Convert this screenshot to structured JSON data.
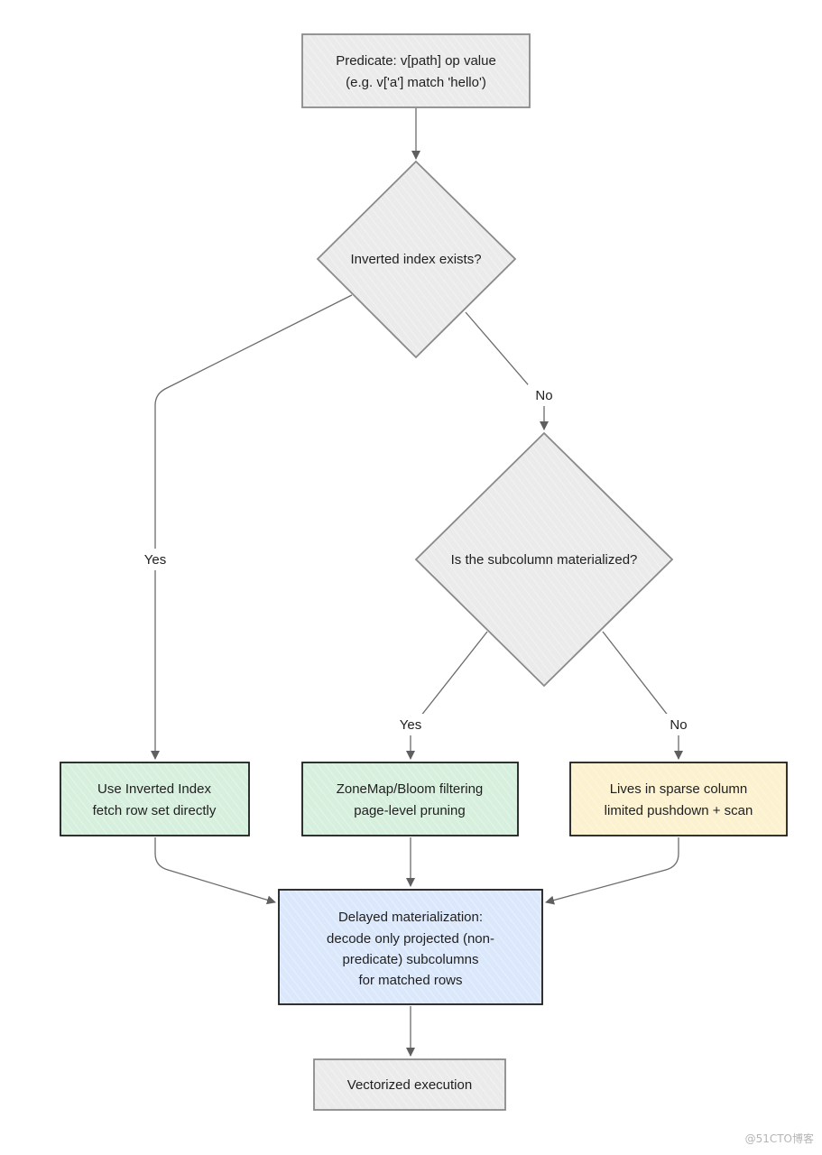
{
  "nodes": {
    "predicate": {
      "lines": [
        "Predicate: v[path] op value",
        "(e.g. v['a'] match 'hello')"
      ]
    },
    "inverted_index_check": {
      "lines": [
        "Inverted index exists?"
      ]
    },
    "subcolumn_check": {
      "lines": [
        "Is the subcolumn materialized?"
      ]
    },
    "use_inverted_index": {
      "lines": [
        "Use Inverted Index",
        "fetch row set directly"
      ]
    },
    "zonemap_bloom": {
      "lines": [
        "ZoneMap/Bloom filtering",
        "page-level pruning"
      ]
    },
    "sparse_column": {
      "lines": [
        "Lives in sparse column",
        "limited pushdown + scan"
      ]
    },
    "delayed_materialization": {
      "lines": [
        "Delayed materialization:",
        "decode only projected (non-",
        "predicate) subcolumns",
        "for matched rows"
      ]
    },
    "vectorized_execution": {
      "lines": [
        "Vectorized execution"
      ]
    }
  },
  "edge_labels": {
    "index_yes": "Yes",
    "index_no": "No",
    "subcolumn_yes": "Yes",
    "subcolumn_no": "No"
  },
  "colors": {
    "gray_fill": "#ebebeb",
    "gray_stroke": "#8a8a8a",
    "green_fill": "#d7efdd",
    "blue_fill": "#dbe8fb",
    "yellow_fill": "#fcf2cf",
    "dark_stroke": "#1c1c1c",
    "edge": "#6b6b6b"
  },
  "watermark": "@51CTO博客"
}
